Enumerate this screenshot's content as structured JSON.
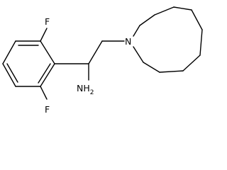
{
  "molecule": {
    "atoms": {
      "fluorine_top": "F",
      "fluorine_bottom": "F",
      "amine": "NH2",
      "ring_nitrogen": "N"
    },
    "colors": {
      "bond": "#000000",
      "label": "#000000",
      "background": "#ffffff"
    }
  }
}
